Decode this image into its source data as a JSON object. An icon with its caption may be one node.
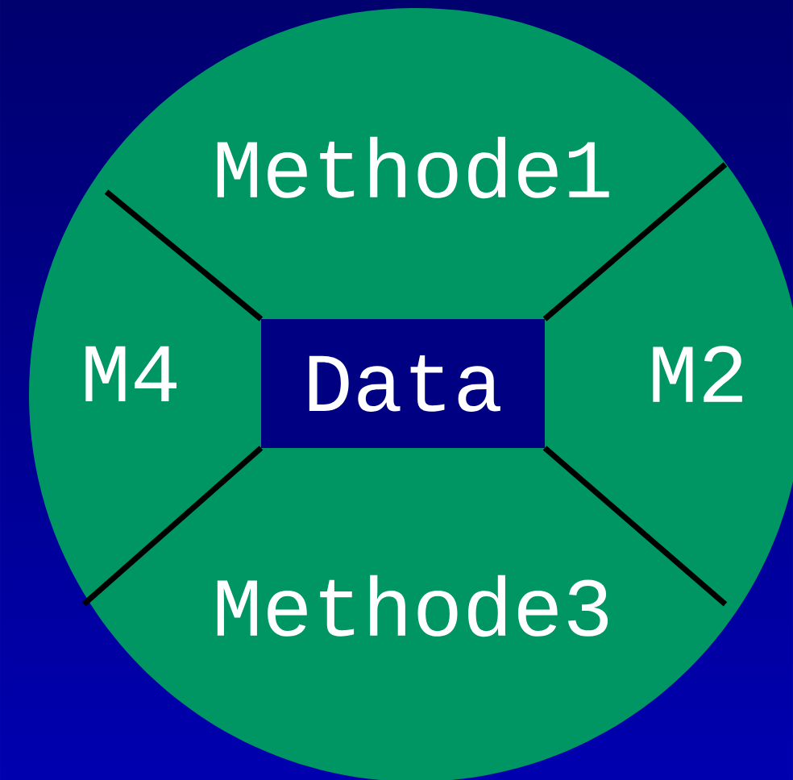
{
  "diagram": {
    "nodes": [
      {
        "text": [],
        "shape": "circle"
      },
      {
        "text": [
          "Data"
        ],
        "in": 0
      }
    ],
    "labels": [
      "Methode1",
      "M4",
      "M2",
      "Methode3"
    ]
  }
}
